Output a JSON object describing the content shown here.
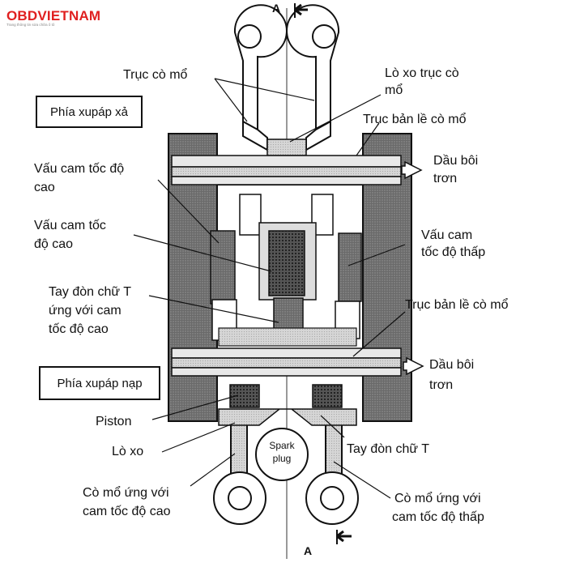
{
  "logo": {
    "text": "OBDVIETNAM",
    "tagline": "Trang thông tin sửa chữa ô tô"
  },
  "section_marks": {
    "top": "A",
    "bottom": "A"
  },
  "boxes": {
    "exhaust_side": "Phía xupáp xả",
    "intake_side": "Phía xupáp nạp"
  },
  "labels": {
    "rocker_shaft": "Trục cò mổ",
    "rocker_spring_1": "Lò xo trục cò",
    "rocker_spring_2": "mổ",
    "hinge_shaft_top": "Trục bản lề cò mổ",
    "oil_top_1": "Dầu bôi",
    "oil_top_2": "trơn",
    "high_cam_a_1": "Vấu cam tốc độ",
    "high_cam_a_2": "cao",
    "high_cam_b_1": "Vấu cam tốc",
    "high_cam_b_2": "độ cao",
    "low_cam_1": "Vấu cam",
    "low_cam_2": "tốc độ thấp",
    "t_lever_high_1": "Tay đòn chữ T",
    "t_lever_high_2": "ứng với cam",
    "t_lever_high_3": "tốc độ cao",
    "hinge_shaft_mid": "Trục bản lề cò mổ",
    "oil_mid_1": "Dầu bôi",
    "oil_mid_2": "trơn",
    "piston": "Piston",
    "spring": "Lò xo",
    "t_lever": "Tay đòn chữ T",
    "rocker_high_1": "Cò mổ ứng với",
    "rocker_high_2": "cam tốc độ cao",
    "rocker_low_1": "Cò mổ ứng với",
    "rocker_low_2": "cam tốc độ thấp",
    "spark_1": "Spark",
    "spark_2": "plug"
  }
}
